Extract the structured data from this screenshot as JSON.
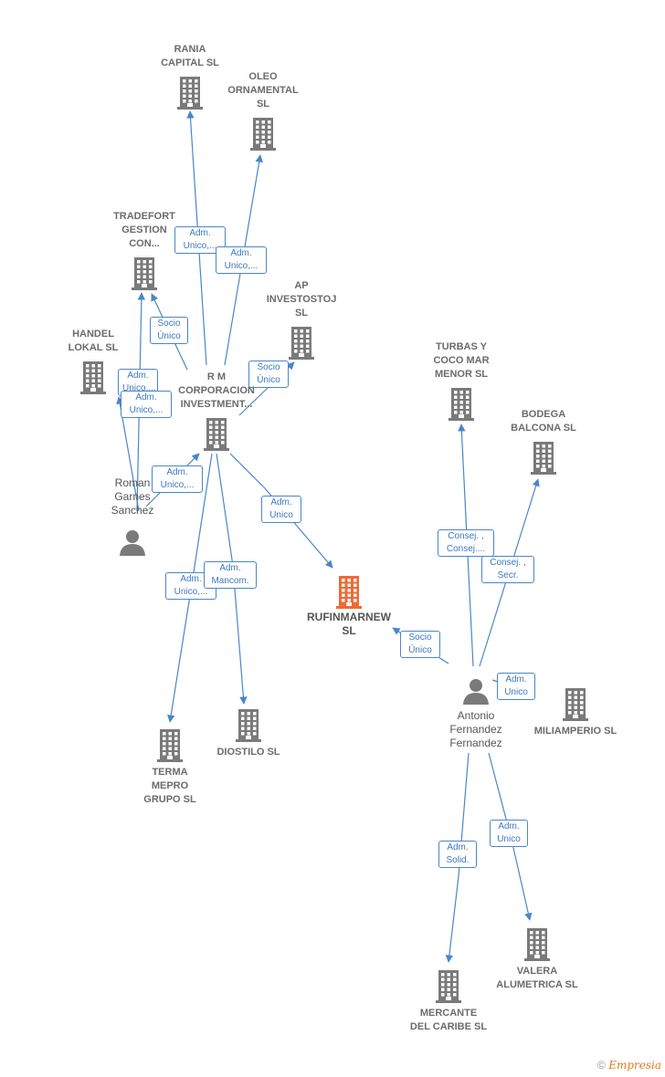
{
  "nodes": {
    "rania": {
      "label": "RANIA\nCAPITAL  SL",
      "kind": "company"
    },
    "oleo": {
      "label": "OLEO\nORNAMENTAL\nSL",
      "kind": "company"
    },
    "tradefort": {
      "label": "TRADEFORT\nGESTION\nCON...",
      "kind": "company"
    },
    "ap": {
      "label": "AP\nINVESTOSTOJ\nSL",
      "kind": "company"
    },
    "handel": {
      "label": "HANDEL\nLOKAL  SL",
      "kind": "company"
    },
    "rm": {
      "label": "R M\nCORPORACION\nINVESTMENT...",
      "kind": "company"
    },
    "roman": {
      "label": "Roman\nGarnes\nSanchez",
      "kind": "person"
    },
    "rufinmarnew": {
      "label": "RUFINMARNEW\nSL",
      "kind": "focus"
    },
    "turbas": {
      "label": "TURBAS Y\nCOCO MAR\nMENOR SL",
      "kind": "company"
    },
    "bodega": {
      "label": "BODEGA\nBALCONA SL",
      "kind": "company"
    },
    "antonio": {
      "label": "Antonio\nFernandez\nFernandez",
      "kind": "person"
    },
    "miliamperio": {
      "label": "MILIAMPERIO SL",
      "kind": "company"
    },
    "terma": {
      "label": "TERMA\nMEPRO\nGRUPO  SL",
      "kind": "company"
    },
    "diostilo": {
      "label": "DIOSTILO  SL",
      "kind": "company"
    },
    "mercante": {
      "label": "MERCANTE\nDEL CARIBE SL",
      "kind": "company"
    },
    "valera": {
      "label": "VALERA\nALUMETRICA SL",
      "kind": "company"
    }
  },
  "edges": [
    {
      "from": "rm",
      "to": "rania",
      "label": "Adm.\nUnico,..."
    },
    {
      "from": "rm",
      "to": "oleo",
      "label": "Adm.\nUnico,..."
    },
    {
      "from": "rm",
      "to": "tradefort",
      "label": "Socio\nÚnico"
    },
    {
      "from": "rm",
      "to": "ap",
      "label": "Socio\nÚnico"
    },
    {
      "from": "roman",
      "to": "tradefort",
      "label": "Adm.\nUnico,..."
    },
    {
      "from": "roman",
      "to": "handel",
      "label": "Adm.\nUnico,..."
    },
    {
      "from": "roman",
      "to": "rm",
      "label": "Adm.\nUnico,..."
    },
    {
      "from": "rm",
      "to": "rufinmarnew",
      "label": "Adm.\nUnico"
    },
    {
      "from": "rm",
      "to": "terma",
      "label": "Adm.\nUnico,..."
    },
    {
      "from": "rm",
      "to": "diostilo",
      "label": "Adm.\nMancom."
    },
    {
      "from": "antonio",
      "to": "turbas",
      "label": "Consej. ,\nConsej...."
    },
    {
      "from": "antonio",
      "to": "bodega",
      "label": "Consej. ,\nSecr."
    },
    {
      "from": "antonio",
      "to": "rufinmarnew",
      "label": "Socio\nÚnico"
    },
    {
      "from": "antonio",
      "to": "miliamperio",
      "label": "Adm.\nUnico"
    },
    {
      "from": "antonio",
      "to": "mercante",
      "label": "Adm.\nSolid."
    },
    {
      "from": "antonio",
      "to": "valera",
      "label": "Adm.\nUnico"
    }
  ],
  "colors": {
    "company": "#7a7a7a",
    "focus": "#ef6a35",
    "edge": "#4a86c8",
    "badge_text": "#3e78bf"
  },
  "credit": {
    "symbol": "©",
    "brand": "Empresia"
  }
}
